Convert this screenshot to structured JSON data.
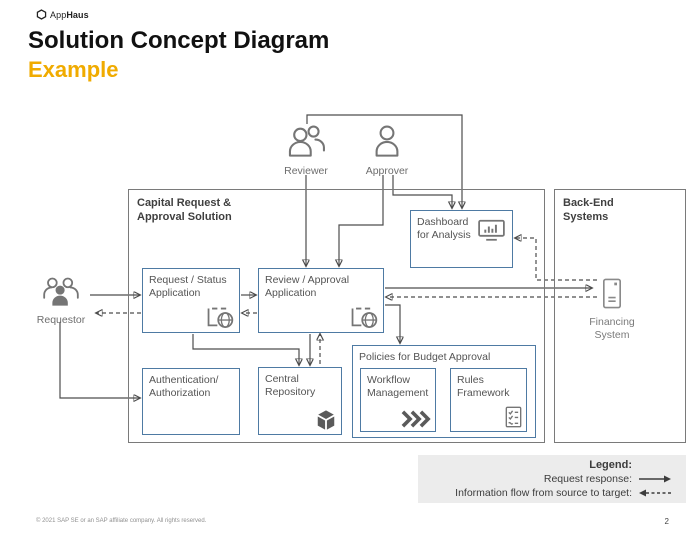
{
  "logo": {
    "prefix": "App",
    "suffix": "Haus"
  },
  "title": "Solution Concept Diagram",
  "subtitle": "Example",
  "actors": {
    "reviewer": "Reviewer",
    "approver": "Approver",
    "requestor": "Requestor"
  },
  "containers": {
    "solution": {
      "line1": "Capital Request &",
      "line2": "Approval Solution"
    },
    "backend": {
      "line1": "Back-End",
      "line2": "Systems"
    }
  },
  "nodes": {
    "request_status": "Request / Status Application",
    "review_approval": "Review / Approval Application",
    "dashboard": "Dashboard for Analysis",
    "auth": "Authentication/ Authorization",
    "central_repo": "Central Repository",
    "policies_title": "Policies for Budget Approval",
    "workflow": "Workflow Management",
    "rules": "Rules Framework",
    "financing": "Financing System"
  },
  "legend": {
    "title": "Legend:",
    "request_response": "Request response:",
    "information_flow": "Information flow from source to target:"
  },
  "footer": {
    "copyright": "© 2021 SAP SE or an SAP affiliate company. All rights reserved.",
    "page": "2"
  },
  "colors": {
    "accent": "#F0AB00",
    "node_border": "#4E7AA3",
    "container_border": "#7A7A7A",
    "connector": "#4D4D4D",
    "legend_bg": "#ECECEC"
  }
}
